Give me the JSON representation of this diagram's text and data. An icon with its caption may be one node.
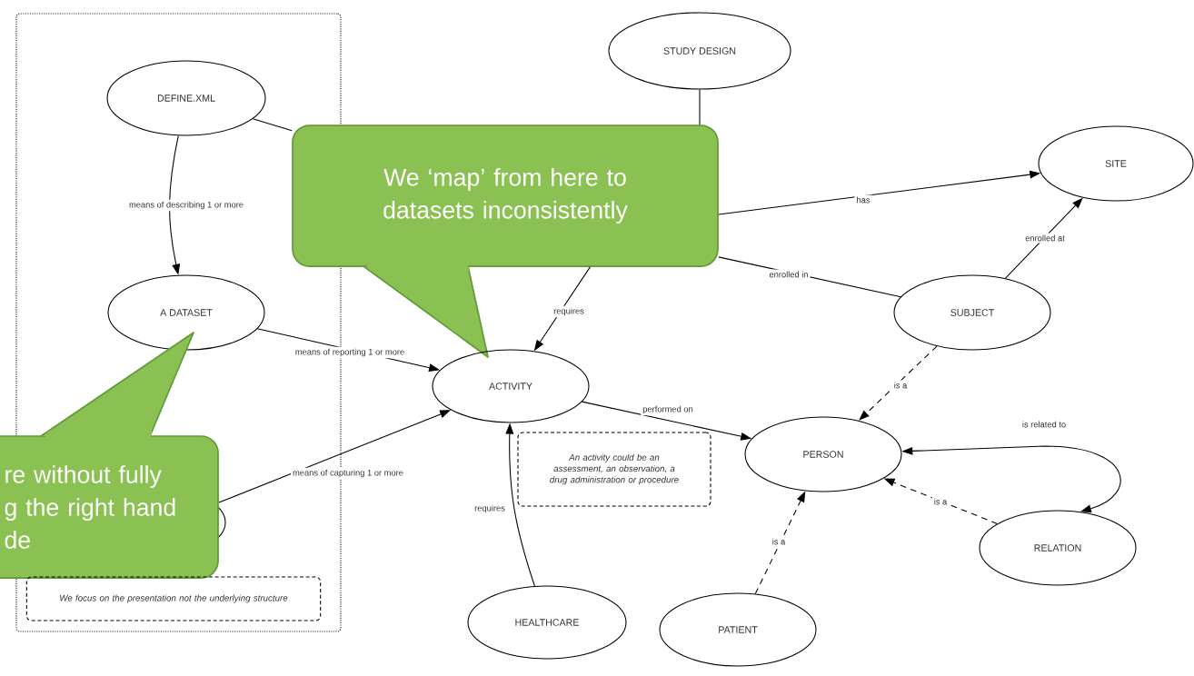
{
  "diagram": {
    "nodes": [
      {
        "text": [],
        "shape": "box"
      },
      {
        "text": [
          "DEFINE.XML"
        ],
        "in": 0
      },
      {
        "text": [
          "STUDY DESIGN"
        ]
      },
      {
        "text": [
          "We ‘map’ from here to datasets inconsistently"
        ]
      },
      {
        "text": [
          "SITE"
        ]
      },
      {
        "text": [
          "A DATASET"
        ],
        "in": 0
      },
      {
        "text": [
          "SUBJECT"
        ]
      },
      {
        "text": [
          "ACTIVITY"
        ]
      },
      {
        "text": [
          "PERSON"
        ]
      },
      {
        "text": [
          "An activity could be an assessment, an observation, a drug administration or procedure"
        ]
      },
      {
        "text": [
          "re without fully g the right hand de"
        ]
      },
      {
        "text": [
          "RELATION"
        ]
      },
      {
        "text": [
          "We focus on the presentation not the underlying structure"
        ],
        "in": 0
      },
      {
        "text": [
          "HEALTHCARE"
        ]
      },
      {
        "text": [
          "PATIENT"
        ]
      }
    ],
    "edges": [
      {
        "from": 1,
        "to": 5,
        "arrow": "to",
        "label": "means of describing 1 or more"
      },
      {
        "from": 1,
        "to": 3,
        "arrow": "none"
      },
      {
        "from": 5,
        "to": 7,
        "arrow": "to",
        "label": "means of reporting 1 or more"
      },
      {
        "from": 10,
        "to": 7,
        "arrow": "to",
        "label": "means of capturing 1 or more"
      },
      {
        "from": 2,
        "to": 3,
        "arrow": "none"
      },
      {
        "from": 3,
        "to": 4,
        "arrow": "to",
        "label": "has"
      },
      {
        "from": 3,
        "to": 6,
        "arrow": "none",
        "label": "enrolled in"
      },
      {
        "from": 3,
        "to": 7,
        "arrow": "to",
        "label": "requires"
      },
      {
        "from": 13,
        "to": 7,
        "arrow": "to",
        "label": "requires"
      },
      {
        "from": 7,
        "to": 8,
        "arrow": "to",
        "label": "performed on"
      },
      {
        "from": 6,
        "to": 4,
        "arrow": "to",
        "label": "enrolled at"
      },
      {
        "from": 6,
        "to": 8,
        "arrow": "to",
        "label": "is a",
        "style": "dashed"
      },
      {
        "from": 11,
        "to": 8,
        "arrow": "both",
        "label": "is related to"
      },
      {
        "from": 11,
        "to": 8,
        "arrow": "to",
        "label": "is a",
        "style": "dashed"
      },
      {
        "from": 14,
        "to": 8,
        "arrow": "to",
        "label": "is a",
        "style": "dashed"
      }
    ]
  }
}
